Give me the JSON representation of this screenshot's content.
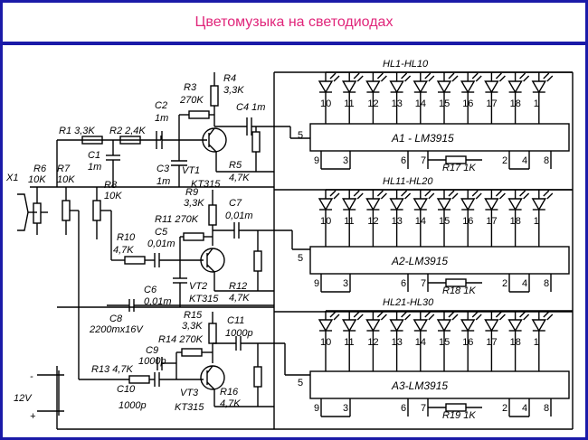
{
  "title": "Цветомузыка на светодиодах",
  "colors": {
    "title": "#e0257a",
    "frame": "#1a1aa8"
  },
  "power": {
    "connector": "X1",
    "voltage": "12V",
    "minus": "-",
    "plus": "+"
  },
  "inputs": {
    "R1": "R1 3,3K",
    "R2": "R2 2,4K",
    "C1": "C1",
    "C1v": "1m",
    "R6": "R6",
    "R6v": "10K",
    "R7": "R7",
    "R7v": "10K",
    "R8": "R8",
    "R8v": "10K",
    "C8": "C8",
    "C8v": "2200mx16V"
  },
  "stages": [
    {
      "leds": "HL1-HL10",
      "chip": "A1 - LM3915",
      "r17": "R17 1K",
      "cin": "C2",
      "cinv": "1m",
      "rb": "R3",
      "rbv": "270K",
      "rc": "R4",
      "rcv": "3,3K",
      "cout": "C4 1m",
      "c3": "C3",
      "c3v": "1m",
      "vt": "VT1",
      "vtv": "KT315",
      "re": "R5",
      "rev": "4,7K",
      "ldlabels": [
        "10",
        "11",
        "12",
        "13",
        "14",
        "15",
        "16",
        "17",
        "18",
        "1"
      ],
      "pins": {
        "p5": "5",
        "p9": "9",
        "p3": "3",
        "p6": "6",
        "p7": "7",
        "p2": "2",
        "p4": "4",
        "p8": "8"
      }
    },
    {
      "leds": "HL11-HL20",
      "chip": "A2-LM3915",
      "r18": "R18 1K",
      "r9": "R9",
      "r9v": "3,3K",
      "c7": "C7",
      "c7v": "0,01m",
      "r11": "R11 270K",
      "r10": "R10",
      "r10v": "4,7K",
      "c5": "C5",
      "c5v": "0,01m",
      "c6": "C6",
      "c6v": "0,01m",
      "vt": "VT2",
      "vtv": "KT315",
      "r12": "R12",
      "r12v": "4,7K",
      "ldlabels": [
        "10",
        "11",
        "12",
        "13",
        "14",
        "15",
        "16",
        "17",
        "18",
        "1"
      ],
      "pins": {
        "p5": "5",
        "p9": "9",
        "p3": "3",
        "p6": "6",
        "p7": "7",
        "p2": "2",
        "p4": "4",
        "p8": "8"
      }
    },
    {
      "leds": "HL21-HL30",
      "chip": "A3-LM3915",
      "r19": "R19 1K",
      "r15": "R15",
      "r15v": "3,3K",
      "c11": "C11",
      "c11v": "1000p",
      "r14": "R14 270K",
      "c9": "C9",
      "c9v": "1000p",
      "r13": "R13 4,7K",
      "c10": "C10",
      "c10v": "1000p",
      "vt": "VT3",
      "vtv": "KT315",
      "r16": "R16",
      "r16v": "4,7K",
      "ldlabels": [
        "10",
        "11",
        "12",
        "13",
        "14",
        "15",
        "16",
        "17",
        "18",
        "1"
      ],
      "pins": {
        "p5": "5",
        "p9": "9",
        "p3": "3",
        "p6": "6",
        "p7": "7",
        "p2": "2",
        "p4": "4",
        "p8": "8"
      }
    }
  ]
}
